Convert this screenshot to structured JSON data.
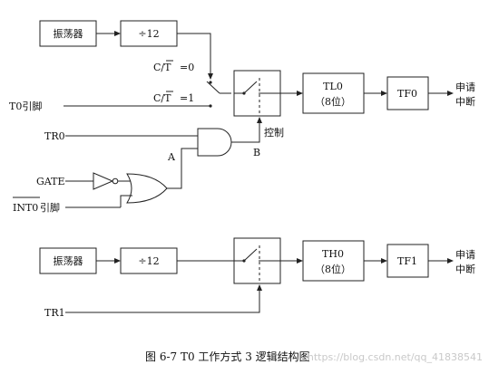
{
  "mode3": {
    "osc1": "振荡器",
    "div1": "÷12",
    "ct0": "C/T",
    "ct0_eq": "=0",
    "ct1": "C/T",
    "ct1_eq": "=1",
    "t0_pin": "T0引脚",
    "tl0": "TL0",
    "tl0_bits": "（8位）",
    "tf0": "TF0",
    "req1_line1": "申请",
    "req1_line2": "中断",
    "tr0": "TR0",
    "control": "控制",
    "label_a": "A",
    "label_b": "B",
    "gate": "GATE",
    "int0": "INT0",
    "int0_suffix": "引脚",
    "osc2": "振荡器",
    "div2": "÷12",
    "th0": "TH0",
    "th0_bits": "（8位）",
    "tf1": "TF1",
    "req2_line1": "申请",
    "req2_line2": "中断",
    "tr1": "TR1",
    "caption": "图 6-7 T0 工作方式 3 逻辑结构图",
    "watermark": "https://blog.csdn.net/qq_41838541"
  }
}
